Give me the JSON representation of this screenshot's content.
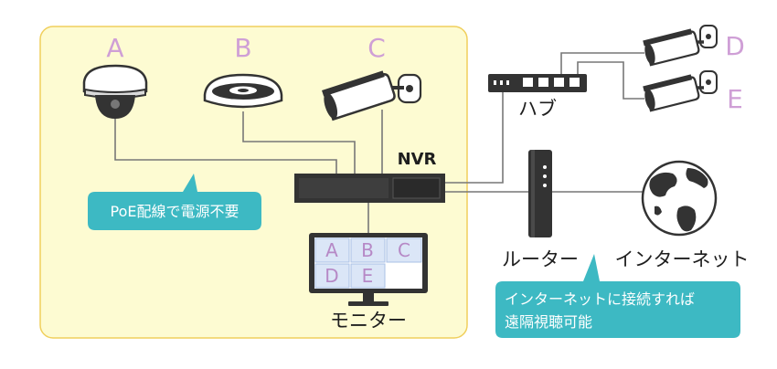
{
  "cameras": [
    {
      "id": "A",
      "label": "A",
      "type": "dome"
    },
    {
      "id": "B",
      "label": "B",
      "type": "fisheye"
    },
    {
      "id": "C",
      "label": "C",
      "type": "bullet"
    },
    {
      "id": "D",
      "label": "D",
      "type": "bullet"
    },
    {
      "id": "E",
      "label": "E",
      "type": "bullet"
    }
  ],
  "nvr": {
    "label": "NVR"
  },
  "hub": {
    "label": "ハブ"
  },
  "router": {
    "label": "ルーター"
  },
  "internet": {
    "label": "インターネット"
  },
  "monitor": {
    "label": "モニター",
    "cells": [
      "A",
      "B",
      "C",
      "D",
      "E",
      ""
    ]
  },
  "callouts": {
    "poe": "PoE配線で電源不要",
    "remote_line1": "インターネットに接続すれば",
    "remote_line2": "遠隔視聴可能"
  },
  "colors": {
    "zone_fill": "#fdfbd2",
    "zone_border": "#f0cf5c",
    "callout_fill": "#3db9c3",
    "letter": "#cf9fd6",
    "cable": "#777777",
    "device_dark": "#333333"
  },
  "icons": [
    "dome-camera-icon",
    "fisheye-camera-icon",
    "bullet-camera-icon",
    "hub-icon",
    "router-icon",
    "globe-icon",
    "monitor-icon"
  ]
}
